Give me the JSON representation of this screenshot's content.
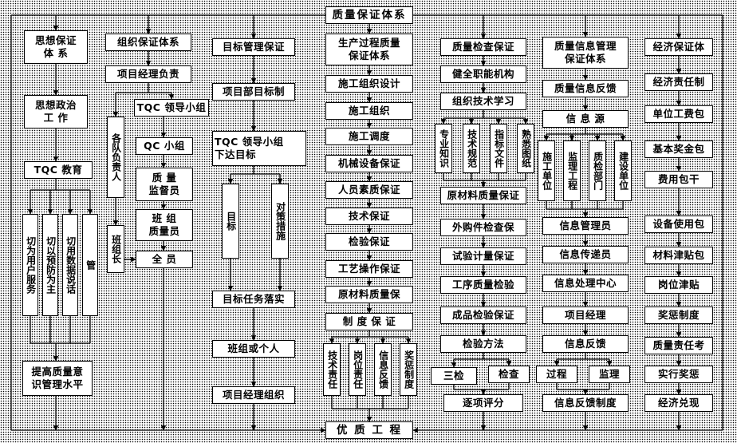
{
  "title": "质量保证体系",
  "bottom": "优 质 工 程",
  "col1": {
    "thought": "思想保证\n体  系",
    "politics": "思想政治\n工  作",
    "tqc": "TQC 教育",
    "items": [
      "切为用户服务",
      "切以预防为主",
      "切用数据说话",
      "管"
    ],
    "result": "提高质量意\n识管理水平"
  },
  "col2": {
    "head": "组织保证体系",
    "manager": "项目经理负责",
    "teams": "各队负责人",
    "tqc_group": "TQC 领导小组",
    "qc": "QC 小组",
    "inspector": "质  量\n监督员",
    "team_leader": "班组长",
    "team_qc": "班  组\n质量员",
    "all": "全  员"
  },
  "col3": {
    "head": "目标管理保证",
    "dept": "项目部目标制",
    "tqc_goal": "TQC 领导小组\n下达目标",
    "goal": "目标",
    "measures": "对策措施",
    "implement": "目标任务落实",
    "team": "班组或个人",
    "org": "项目经理组织"
  },
  "col4": {
    "head": "生产过程质量\n保证体系",
    "items": [
      "施工组织设计",
      "施工组织",
      "施工调度",
      "机械设备保证",
      "人员素质保证",
      "技术保证",
      "检验保证",
      "工艺操作保证",
      "原材料质量保"
    ],
    "system": "制 度 保 证",
    "subs": [
      "技术责任",
      "岗位责任",
      "信息反馈",
      "奖惩制度"
    ]
  },
  "col5": {
    "head": "质量检查保证",
    "org": "健全职能机构",
    "study": "组织技术学习",
    "subs": [
      "专业知识",
      "技术规范",
      "指标文件",
      "熟悉图纸"
    ],
    "items": [
      "原材料质量保证",
      "外购件检查保",
      "试验计量保证",
      "工序质量检验",
      "成品检验保证",
      "检验方法"
    ],
    "three": "三检",
    "check": "检查",
    "eval": "逐项评分"
  },
  "col6": {
    "head": "质量信息管理\n保证体系",
    "feedback": "质量信息反馈",
    "source": "信  息  源",
    "subs": [
      "施工单位",
      "监理工程",
      "质检部门",
      "建设单位"
    ],
    "items": [
      "信息管理员",
      "信息传递员",
      "信息处理中心",
      "项目经理",
      "信息反馈"
    ],
    "process": "过程",
    "supervise": "监理",
    "system": "信息反馈制度"
  },
  "col7": {
    "head": "经济保证体",
    "items": [
      "经济责任制",
      "单位工费包",
      "基本奖金包",
      "费用包干",
      "设备使用包",
      "材料津贴包",
      "岗位津贴",
      "奖惩制度",
      "质量责任考",
      "实行奖惩",
      "经济兑现"
    ]
  }
}
